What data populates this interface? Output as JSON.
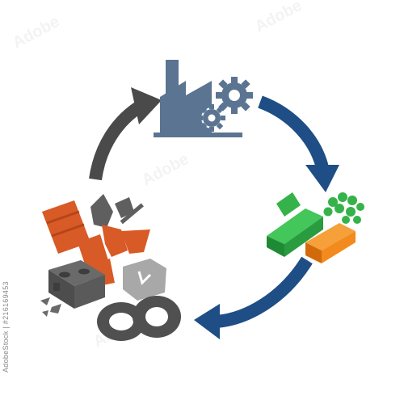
{
  "diagram": {
    "stages": [
      {
        "id": "factory",
        "icon": "factory-gears-icon"
      },
      {
        "id": "materials",
        "icon": "metal-ingots-pellets-icon"
      },
      {
        "id": "waste",
        "icon": "scrap-waste-pile-icon"
      }
    ],
    "arrows": [
      {
        "from": "factory",
        "to": "materials",
        "color": "#1e4e85"
      },
      {
        "from": "materials",
        "to": "waste",
        "color": "#1e4e85"
      },
      {
        "from": "waste",
        "to": "factory",
        "color": "#4a4a4a"
      }
    ]
  },
  "colors": {
    "factory": "#5a7491",
    "gear": "#5a7491",
    "green": "#35b34a",
    "green_dark": "#1f8a36",
    "orange": "#f28a1e",
    "orange_dark": "#d16a0a",
    "rust": "#d85a26",
    "gray": "#5f5f5f",
    "gray_light": "#a8a8a8",
    "tire": "#505050"
  },
  "watermark": {
    "side_id": "AdobeStock | #216169453"
  }
}
